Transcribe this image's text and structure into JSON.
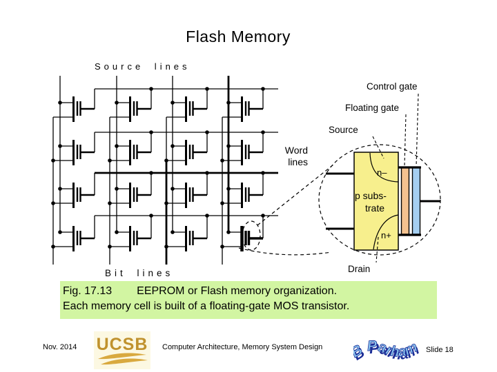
{
  "slide": {
    "title": "Flash Memory",
    "caption": {
      "fig_label": "Fig. 17.13",
      "line1": "EEPROM or Flash memory organization.",
      "line2": "Each memory cell is built of a floating-gate MOS transistor."
    },
    "footer": {
      "date": "Nov. 2014",
      "course": "Computer Architecture, Memory System Design",
      "slide_number": "Slide 18",
      "ucsb": "UCSB",
      "author": "B Parhami"
    }
  },
  "diagram": {
    "array_labels": {
      "source_lines": "Source lines",
      "bit_lines": "Bit lines",
      "word_lines_line1": "Word",
      "word_lines_line2": "lines"
    },
    "cell_labels": {
      "control_gate": "Control gate",
      "floating_gate": "Floating gate",
      "source": "Source",
      "drain": "Drain",
      "n_minus": "n–",
      "p_substrate_line1": "p subs-",
      "p_substrate_line2": "trate",
      "n_plus": "n+"
    },
    "structure": {
      "rows": 4,
      "cols": 4
    },
    "colors": {
      "substrate": "#f7ef8d",
      "floating_gate_fill": "#f4c28f",
      "control_gate_fill": "#a5cff2",
      "caption_bg": "#d2f5a2",
      "line": "#000000",
      "ucsb_gold": "#c0922e",
      "ucsb_bg": "#fcf8e2",
      "author_blue": "#8cc6f0",
      "author_navy": "#1b2d96"
    }
  }
}
